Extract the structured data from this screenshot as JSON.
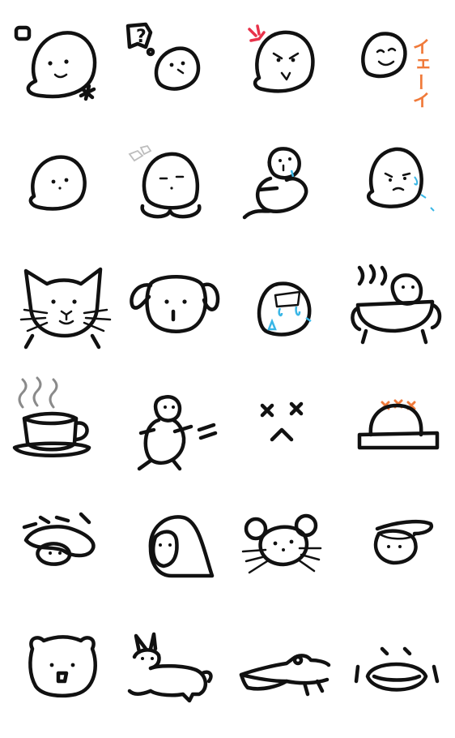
{
  "sheet": {
    "background": "#ffffff",
    "grid": {
      "columns": 4,
      "rows": 6
    }
  },
  "colors": {
    "ink": "#111111",
    "anger": "#e8324a",
    "cheer": "#f07a3a",
    "tears": "#39b6e6",
    "steam": "#8a8a8a",
    "bubble": "#bdbdbd"
  },
  "stickers": [
    {
      "icon": "waving-blob-icon"
    },
    {
      "icon": "thinking-blob-icon",
      "text": "?"
    },
    {
      "icon": "angry-blob-icon"
    },
    {
      "icon": "cheering-blob-icon",
      "text": "イェーイ"
    },
    {
      "icon": "plain-blob-icon"
    },
    {
      "icon": "sleepy-blob-icon"
    },
    {
      "icon": "worried-sitting-blob-icon"
    },
    {
      "icon": "sweating-blob-icon"
    },
    {
      "icon": "cat-icon"
    },
    {
      "icon": "dog-icon"
    },
    {
      "icon": "crying-blob-icon"
    },
    {
      "icon": "bathing-blob-icon"
    },
    {
      "icon": "coffee-cup-icon"
    },
    {
      "icon": "running-blob-icon"
    },
    {
      "icon": "dizzy-face-icon"
    },
    {
      "icon": "overheated-block-icon"
    },
    {
      "icon": "blob-under-blanket-icon"
    },
    {
      "icon": "hooded-blob-icon"
    },
    {
      "icon": "mouse-icon"
    },
    {
      "icon": "blob-with-hat-icon"
    },
    {
      "icon": "bear-icon"
    },
    {
      "icon": "rabbit-icon"
    },
    {
      "icon": "crocodile-icon"
    },
    {
      "icon": "big-lips-face-icon"
    }
  ]
}
